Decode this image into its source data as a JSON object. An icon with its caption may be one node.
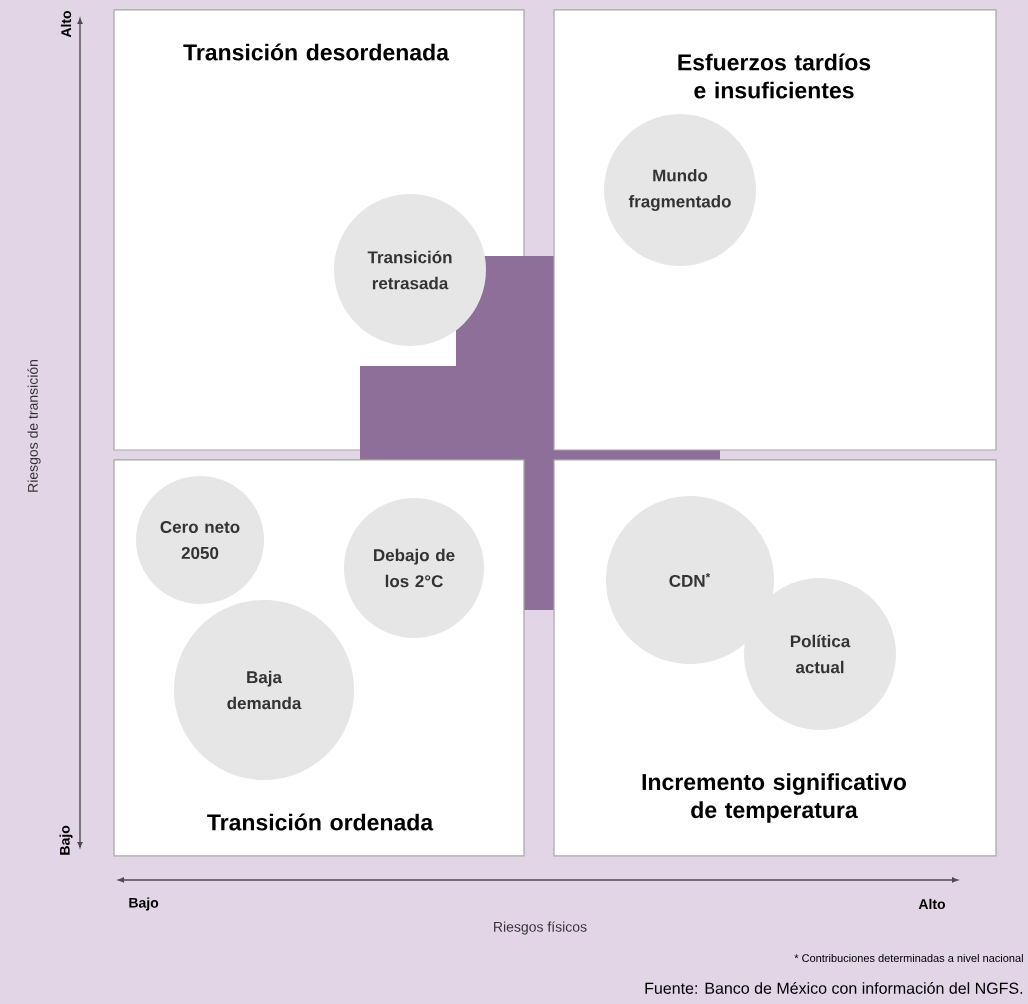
{
  "diagram": {
    "nodes": [
      {
        "text": [
          "Transición desordenada"
        ]
      },
      {
        "text": [
          "Transición retrasada"
        ],
        "in": 0
      },
      {
        "text": [
          "Esfuerzos tardíos e insuficientes"
        ]
      },
      {
        "text": [
          "Mundo fragmentado"
        ],
        "in": 2
      },
      {
        "text": [
          "Transición ordenada"
        ]
      },
      {
        "text": [
          "Cero neto 2050"
        ],
        "in": 4
      },
      {
        "text": [
          "Debajo de los 2°C"
        ],
        "in": 4
      },
      {
        "text": [
          "Baja demanda"
        ],
        "in": 4
      },
      {
        "text": [
          "Incremento significativo de temperatura"
        ]
      },
      {
        "text": [
          "CDN$^{*}$"
        ],
        "in": 8
      },
      {
        "text": [
          "Política actual"
        ],
        "in": 8
      }
    ],
    "labels": [
      "Alto",
      "Riesgos de transición",
      "Bajo",
      "Bajo",
      "Alto",
      "Riesgos físicos",
      "* Contribuciones determinadas a nivel nacional",
      "Fuente: Banco de México con información del NGFS."
    ]
  }
}
